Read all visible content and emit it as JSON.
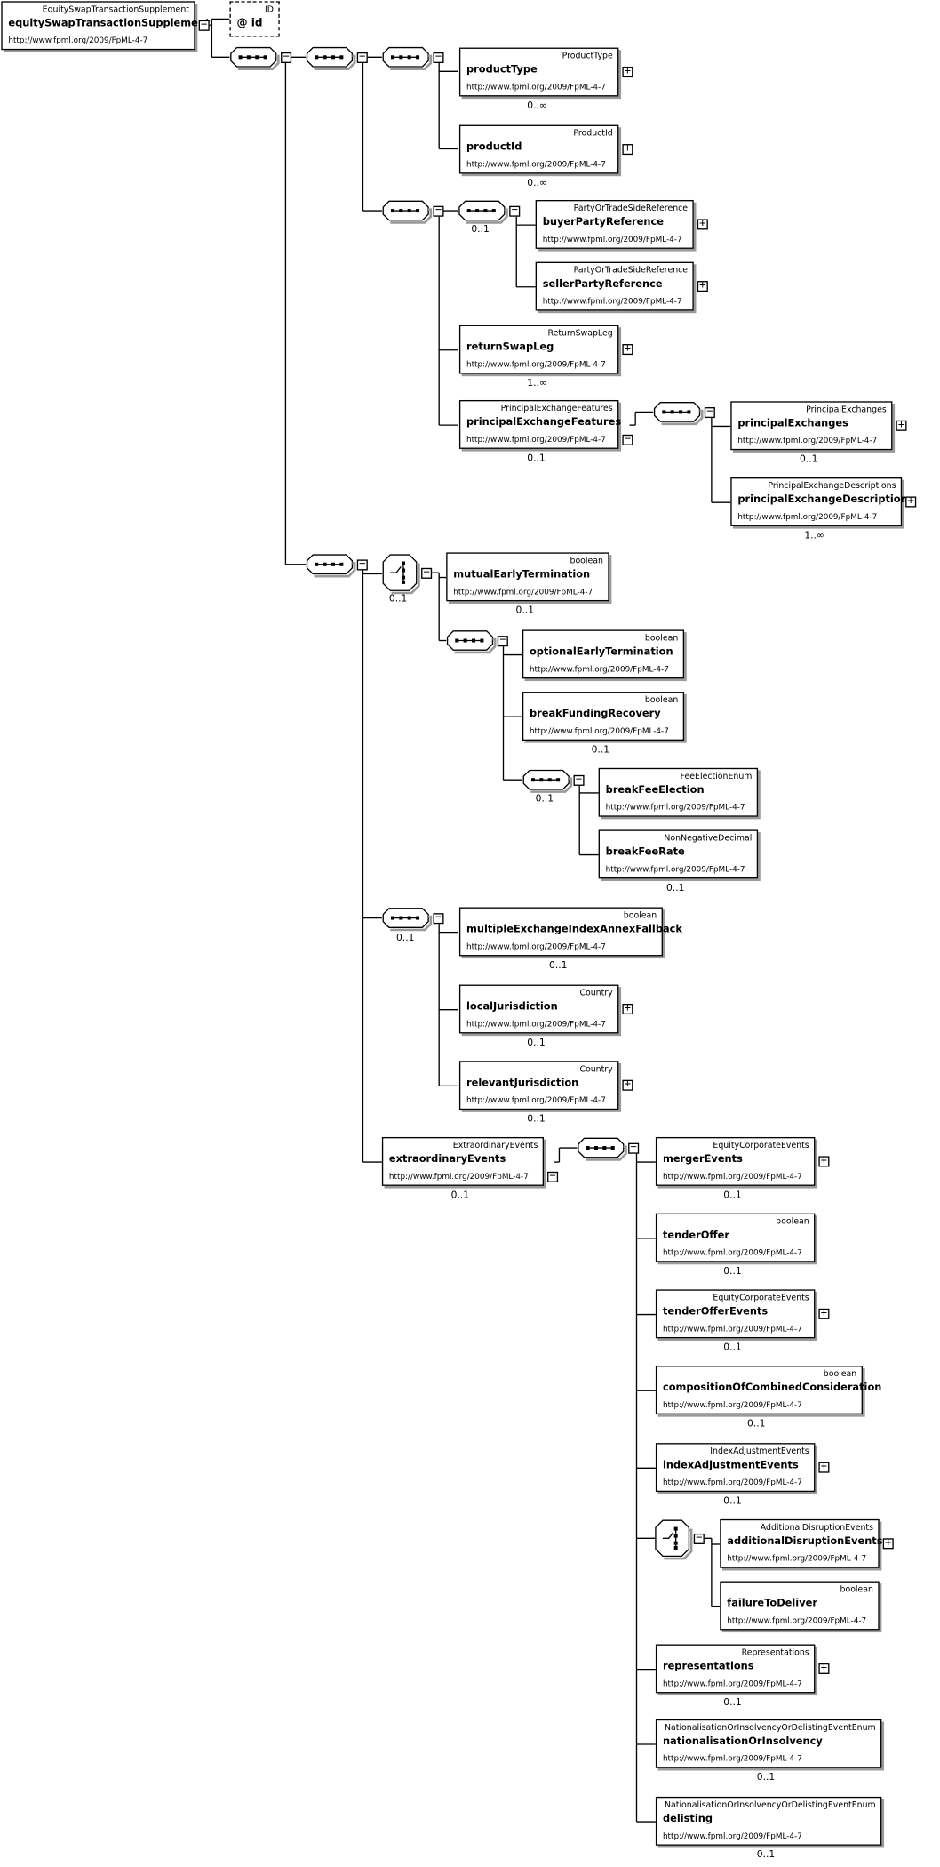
{
  "root": {
    "type": "EquitySwapTransactionSupplement",
    "name": "equitySwapTransactionSupplement",
    "ns": "http://www.fpml.org/2009/FpML-4-7"
  },
  "attribute": {
    "type": "ID",
    "name": "@ id"
  },
  "elements": {
    "productType": {
      "type": "ProductType",
      "name": "productType",
      "ns": "http://www.fpml.org/2009/FpML-4-7",
      "mult": "0..∞"
    },
    "productId": {
      "type": "ProductId",
      "name": "productId",
      "ns": "http://www.fpml.org/2009/FpML-4-7",
      "mult": "0..∞"
    },
    "buyerPartyReference": {
      "type": "PartyOrTradeSideReference",
      "name": "buyerPartyReference",
      "ns": "http://www.fpml.org/2009/FpML-4-7"
    },
    "sellerPartyReference": {
      "type": "PartyOrTradeSideReference",
      "name": "sellerPartyReference",
      "ns": "http://www.fpml.org/2009/FpML-4-7"
    },
    "returnSwapLeg": {
      "type": "ReturnSwapLeg",
      "name": "returnSwapLeg",
      "ns": "http://www.fpml.org/2009/FpML-4-7",
      "mult": "1..∞"
    },
    "principalExchangeFeatures": {
      "type": "PrincipalExchangeFeatures",
      "name": "principalExchangeFeatures",
      "ns": "http://www.fpml.org/2009/FpML-4-7",
      "mult": "0..1"
    },
    "principalExchanges": {
      "type": "PrincipalExchanges",
      "name": "principalExchanges",
      "ns": "http://www.fpml.org/2009/FpML-4-7",
      "mult": "0..1"
    },
    "principalExchangeDescriptions": {
      "type": "PrincipalExchangeDescriptions",
      "name": "principalExchangeDescriptions",
      "ns": "http://www.fpml.org/2009/FpML-4-7",
      "mult": "1..∞"
    },
    "mutualEarlyTermination": {
      "type": "boolean",
      "name": "mutualEarlyTermination",
      "ns": "http://www.fpml.org/2009/FpML-4-7",
      "mult": "0..1"
    },
    "optionalEarlyTermination": {
      "type": "boolean",
      "name": "optionalEarlyTermination",
      "ns": "http://www.fpml.org/2009/FpML-4-7"
    },
    "breakFundingRecovery": {
      "type": "boolean",
      "name": "breakFundingRecovery",
      "ns": "http://www.fpml.org/2009/FpML-4-7",
      "mult": "0..1"
    },
    "breakFeeElection": {
      "type": "FeeElectionEnum",
      "name": "breakFeeElection",
      "ns": "http://www.fpml.org/2009/FpML-4-7"
    },
    "breakFeeRate": {
      "type": "NonNegativeDecimal",
      "name": "breakFeeRate",
      "ns": "http://www.fpml.org/2009/FpML-4-7",
      "mult": "0..1"
    },
    "multipleExchangeIndexAnnexFallback": {
      "type": "boolean",
      "name": "multipleExchangeIndexAnnexFallback",
      "ns": "http://www.fpml.org/2009/FpML-4-7",
      "mult": "0..1"
    },
    "localJurisdiction": {
      "type": "Country",
      "name": "localJurisdiction",
      "ns": "http://www.fpml.org/2009/FpML-4-7",
      "mult": "0..1"
    },
    "relevantJurisdiction": {
      "type": "Country",
      "name": "relevantJurisdiction",
      "ns": "http://www.fpml.org/2009/FpML-4-7",
      "mult": "0..1"
    },
    "extraordinaryEvents": {
      "type": "ExtraordinaryEvents",
      "name": "extraordinaryEvents",
      "ns": "http://www.fpml.org/2009/FpML-4-7",
      "mult": "0..1"
    },
    "mergerEvents": {
      "type": "EquityCorporateEvents",
      "name": "mergerEvents",
      "ns": "http://www.fpml.org/2009/FpML-4-7",
      "mult": "0..1"
    },
    "tenderOffer": {
      "type": "boolean",
      "name": "tenderOffer",
      "ns": "http://www.fpml.org/2009/FpML-4-7",
      "mult": "0..1"
    },
    "tenderOfferEvents": {
      "type": "EquityCorporateEvents",
      "name": "tenderOfferEvents",
      "ns": "http://www.fpml.org/2009/FpML-4-7",
      "mult": "0..1"
    },
    "compositionOfCombinedConsideration": {
      "type": "boolean",
      "name": "compositionOfCombinedConsideration",
      "ns": "http://www.fpml.org/2009/FpML-4-7",
      "mult": "0..1"
    },
    "indexAdjustmentEvents": {
      "type": "IndexAdjustmentEvents",
      "name": "indexAdjustmentEvents",
      "ns": "http://www.fpml.org/2009/FpML-4-7",
      "mult": "0..1"
    },
    "additionalDisruptionEvents": {
      "type": "AdditionalDisruptionEvents",
      "name": "additionalDisruptionEvents",
      "ns": "http://www.fpml.org/2009/FpML-4-7"
    },
    "failureToDeliver": {
      "type": "boolean",
      "name": "failureToDeliver",
      "ns": "http://www.fpml.org/2009/FpML-4-7"
    },
    "representations": {
      "type": "Representations",
      "name": "representations",
      "ns": "http://www.fpml.org/2009/FpML-4-7",
      "mult": "0..1"
    },
    "nationalisationOrInsolvency": {
      "type": "NationalisationOrInsolvencyOrDelistingEventEnum",
      "name": "nationalisationOrInsolvency",
      "ns": "http://www.fpml.org/2009/FpML-4-7",
      "mult": "0..1"
    },
    "delisting": {
      "type": "NationalisationOrInsolvencyOrDelistingEventEnum",
      "name": "delisting",
      "ns": "http://www.fpml.org/2009/FpML-4-7",
      "mult": "0..1"
    }
  },
  "compositor_mults": {
    "seq_buyer_seller": "0..1",
    "choice_early_termination": "0..1",
    "seq_break_fee": "0..1",
    "seq_jurisdiction": "0..1"
  },
  "toggles": {
    "expand": "+",
    "collapse": "−"
  }
}
